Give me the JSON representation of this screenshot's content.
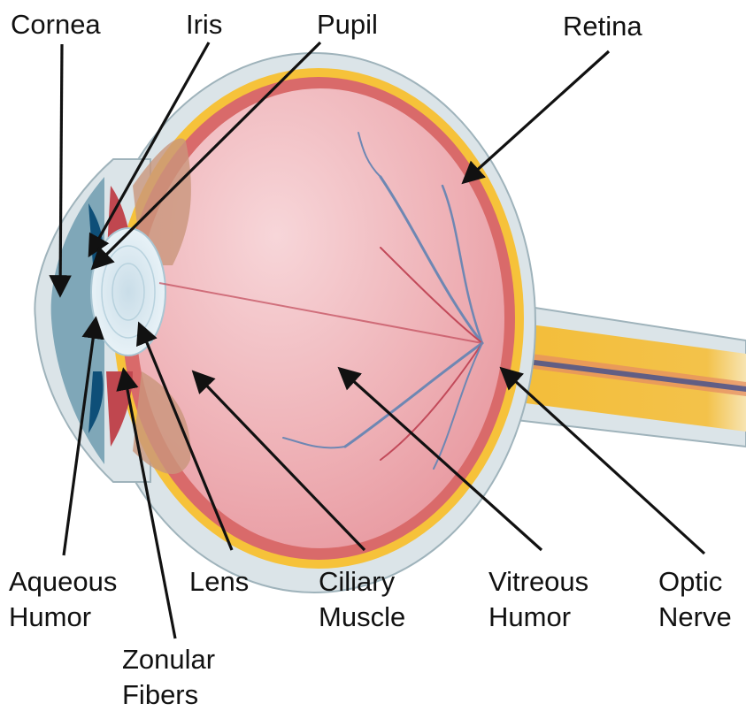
{
  "labels": {
    "cornea": "Cornea",
    "iris": "Iris",
    "pupil": "Pupil",
    "retina": "Retina",
    "aqueous_humor": [
      "Aqueous",
      "Humor"
    ],
    "lens": "Lens",
    "ciliary_muscle": [
      "Ciliary",
      "Muscle"
    ],
    "vitreous_humor": [
      "Vitreous",
      "Humor"
    ],
    "optic_nerve": [
      "Optic",
      "Nerve"
    ],
    "zonular_fibers": [
      "Zonular",
      "Fibers"
    ]
  },
  "colors": {
    "sclera": "#dbe4e8",
    "sclera_edge": "#9fb3bb",
    "choroid": "#d96a6a",
    "retina": "#f6c23a",
    "vitreous": "#efb0b4",
    "vitreous_light": "#f6d0d3",
    "lens": "#dfeef5",
    "cornea": "#a9c6d3",
    "aqueous": "#5f8fa1",
    "iris": "#0e4f78",
    "ciliary": "#c9967c",
    "optic_nerve": "#f4c241",
    "vessel_blue": "#6e87b3",
    "vessel_red": "#c24a5a",
    "arrow": "#111111"
  }
}
